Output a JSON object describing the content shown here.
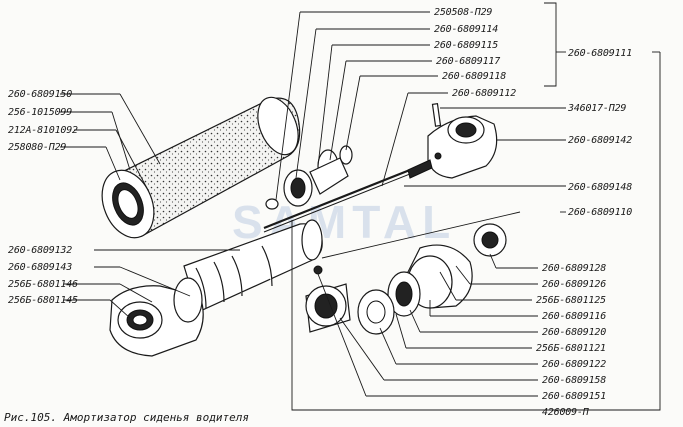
{
  "watermark": "SAMTAL",
  "caption": "Рис.105. Амортизатор сиденья водителя",
  "labels": {
    "l01": "250508-П29",
    "l02": "260-6809114",
    "l03": "260-6809115",
    "l04": "260-6809117",
    "l05": "260-6809118",
    "l06": "260-6809112",
    "l07": "260-6809111",
    "l08": "346017-П29",
    "l09": "260-6809142",
    "l10": "260-6809148",
    "l11": "260-6809110",
    "l12": "260-6809150",
    "l13": "256-1015099",
    "l14": "212А-8101092",
    "l15": "258080-П29",
    "l16": "260-6809132",
    "l17": "260-6809143",
    "l18": "256Б-6801146",
    "l19": "256Б-6801145",
    "l20": "260-6809128",
    "l21": "260-6809126",
    "l22": "256Б-6801125",
    "l23": "260-6809116",
    "l24": "260-6809120",
    "l25": "256Б-6801121",
    "l26": "260-6809122",
    "l27": "260-6809158",
    "l28": "260-6809151",
    "l29": "426009-П"
  }
}
